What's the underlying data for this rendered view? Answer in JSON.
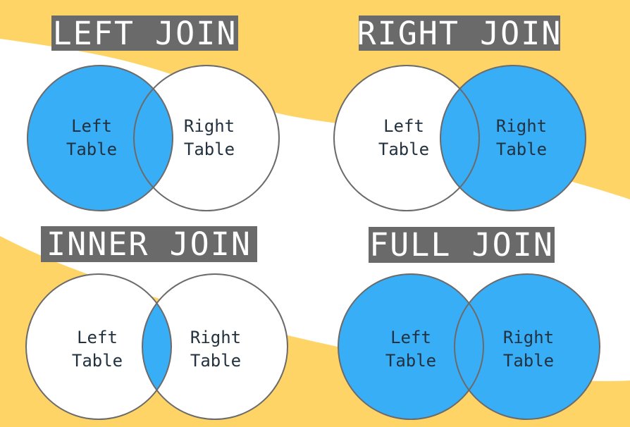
{
  "colors": {
    "yellow": "#FFD466",
    "blue": "#38AEF7",
    "banner_gray": "#6A6A6A",
    "circle_stroke": "#6B6B6B",
    "circle_fill": "#FFFFFF",
    "label_text": "#233240",
    "title_text": "#FFFFFF"
  },
  "panels": [
    {
      "id": "left-join",
      "title": "LEFT JOIN",
      "filled_regions": [
        "left",
        "intersection"
      ],
      "left_circle_label": {
        "line1": "Left",
        "line2": "Table"
      },
      "right_circle_label": {
        "line1": "Right",
        "line2": "Table"
      }
    },
    {
      "id": "right-join",
      "title": "RIGHT JOIN",
      "filled_regions": [
        "right",
        "intersection"
      ],
      "left_circle_label": {
        "line1": "Left",
        "line2": "Table"
      },
      "right_circle_label": {
        "line1": "Right",
        "line2": "Table"
      }
    },
    {
      "id": "inner-join",
      "title": "INNER JOIN",
      "filled_regions": [
        "intersection"
      ],
      "left_circle_label": {
        "line1": "Left",
        "line2": "Table"
      },
      "right_circle_label": {
        "line1": "Right",
        "line2": "Table"
      }
    },
    {
      "id": "full-join",
      "title": "FULL JOIN",
      "filled_regions": [
        "left",
        "right",
        "intersection"
      ],
      "left_circle_label": {
        "line1": "Left",
        "line2": "Table"
      },
      "right_circle_label": {
        "line1": "Right",
        "line2": "Table"
      }
    }
  ]
}
